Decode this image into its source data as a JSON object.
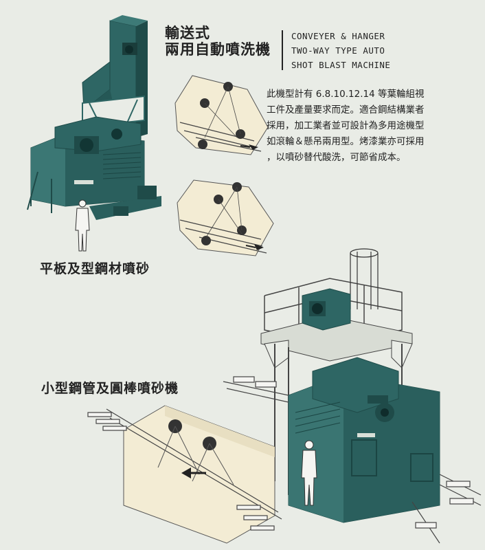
{
  "title": {
    "zh_line1": "輸送式",
    "zh_line2": "兩用自動噴洗機",
    "en_line1": "CONVEYER & HANGER",
    "en_line2": "TWO-WAY TYPE AUTO",
    "en_line3": "SHOT BLAST MACHINE"
  },
  "description": {
    "lines": [
      "此機型計有 6.8.10.12.14 等葉輪組視",
      "工件及產量要求而定。適合鋼結構業者",
      "採用，加工業者並可設計為多用途機型",
      "如滾輪＆懸吊兩用型。烤漆業亦可採用",
      "，以噴砂替代酸洗，可節省成本。"
    ]
  },
  "captions": {
    "plate_steel": "平板及型鋼材噴砂",
    "small_pipe": "小型鋼管及圓棒噴砂機"
  },
  "colors": {
    "background": "#e9ece6",
    "machine_teal": "#2e6664",
    "machine_dark": "#1f4b49",
    "diagram_cream": "#f3ecd4",
    "line": "#333333"
  }
}
